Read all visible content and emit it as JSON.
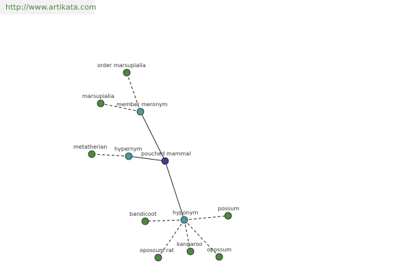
{
  "header": {
    "url": "http://www.artikata.com"
  },
  "colors": {
    "center": "#3a3f8c",
    "relation": "#4a9a9a",
    "leaf": "#4a8a3c",
    "url_text": "#4b8a3c"
  },
  "graph": {
    "nodes": [
      {
        "id": "pouched-mammal",
        "label": "pouched mammal",
        "kind": "center"
      },
      {
        "id": "member-meronym",
        "label": "member meronym",
        "kind": "relation"
      },
      {
        "id": "hypernym",
        "label": "hypernym",
        "kind": "relation"
      },
      {
        "id": "hyponym",
        "label": "hyponym",
        "kind": "relation"
      },
      {
        "id": "order-marsupialia",
        "label": "order marsupialia",
        "kind": "leaf"
      },
      {
        "id": "marsupialia",
        "label": "marsupialia",
        "kind": "leaf"
      },
      {
        "id": "metatherian",
        "label": "metatherian",
        "kind": "leaf"
      },
      {
        "id": "bandicoot",
        "label": "bandicoot",
        "kind": "leaf"
      },
      {
        "id": "possum",
        "label": "possum",
        "kind": "leaf"
      },
      {
        "id": "opossum-rat",
        "label": "opossum rat",
        "kind": "leaf"
      },
      {
        "id": "kangaroo",
        "label": "kangaroo",
        "kind": "leaf"
      },
      {
        "id": "opossum",
        "label": "opossum",
        "kind": "leaf"
      }
    ],
    "edges": [
      {
        "from": "pouched-mammal",
        "to": "member-meronym",
        "style": "solid"
      },
      {
        "from": "pouched-mammal",
        "to": "hypernym",
        "style": "solid"
      },
      {
        "from": "pouched-mammal",
        "to": "hyponym",
        "style": "solid"
      },
      {
        "from": "member-meronym",
        "to": "order-marsupialia",
        "style": "dashed"
      },
      {
        "from": "member-meronym",
        "to": "marsupialia",
        "style": "dashed"
      },
      {
        "from": "hypernym",
        "to": "metatherian",
        "style": "dashed"
      },
      {
        "from": "hyponym",
        "to": "bandicoot",
        "style": "dashed"
      },
      {
        "from": "hyponym",
        "to": "possum",
        "style": "dashed"
      },
      {
        "from": "hyponym",
        "to": "opossum-rat",
        "style": "dashed"
      },
      {
        "from": "hyponym",
        "to": "kangaroo",
        "style": "dashed"
      },
      {
        "from": "hyponym",
        "to": "opossum",
        "style": "dashed"
      }
    ]
  }
}
